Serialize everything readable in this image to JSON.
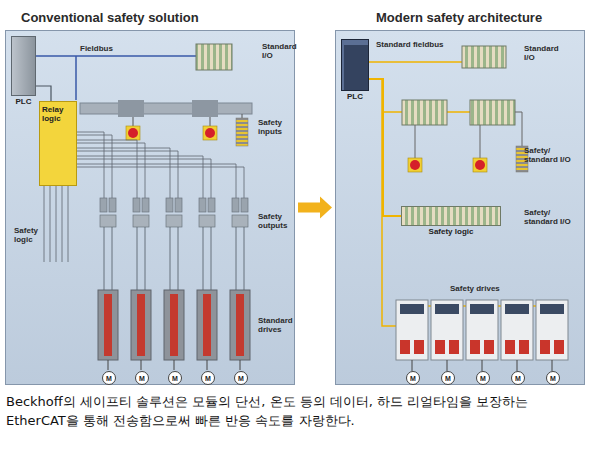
{
  "diagram": {
    "caption": "Beckhoff의 세이프티 솔루션은 모듈의 단선, 온도 등의 데이터, 하드 리얼타임을 보장하는 EtherCAT을 통해 전송함으로써 빠른 반응 속도를 자랑한다.",
    "nodes": [
      {
        "text": [
          "Conventional safety solution"
        ]
      },
      {
        "text": [
          "PLC"
        ],
        "in": 0
      },
      {
        "text": [
          "Relay logic"
        ],
        "in": 0
      },
      {
        "text": [
          "M"
        ],
        "in": 0
      },
      {
        "text": [
          "M"
        ],
        "in": 0
      },
      {
        "text": [
          "M"
        ],
        "in": 0
      },
      {
        "text": [
          "M"
        ],
        "in": 0
      },
      {
        "text": [
          "M"
        ],
        "in": 0
      },
      {
        "text": [
          "Modern safety architecture"
        ]
      },
      {
        "text": [
          "PLC"
        ],
        "in": 8
      },
      {
        "text": [
          "Safety logic"
        ],
        "in": 8
      },
      {
        "text": [
          "M"
        ],
        "in": 8
      },
      {
        "text": [
          "M"
        ],
        "in": 8
      },
      {
        "text": [
          "M"
        ],
        "in": 8
      },
      {
        "text": [
          "M"
        ],
        "in": 8
      },
      {
        "text": [
          "M"
        ],
        "in": 8
      }
    ],
    "edges": [
      {
        "from": 0,
        "to": 8,
        "arrow": "to"
      },
      {
        "from": 1,
        "to": 2,
        "arrow": "none"
      },
      {
        "from": 9,
        "to": 10,
        "arrow": "none"
      }
    ],
    "labels": [
      "Fieldbus",
      "Standard I/O",
      "Safety inputs",
      "Safety logic",
      "Safety outputs",
      "Standard drives",
      "Standard fieldbus",
      "Standard I/O",
      "Safety/ standard I/O",
      "Safety/ standard I/O",
      "Safety drives"
    ]
  }
}
